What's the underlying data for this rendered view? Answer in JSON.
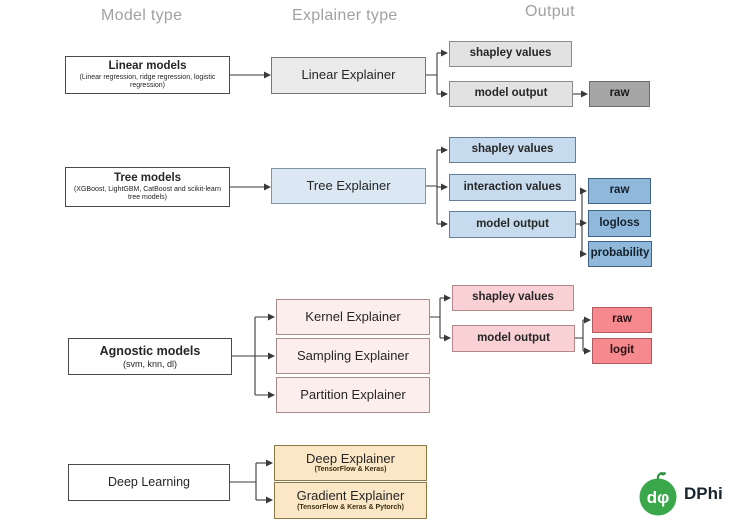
{
  "headers": {
    "model_type": "Model type",
    "explainer_type": "Explainer type",
    "output": "Output"
  },
  "linear": {
    "model_title": "Linear models",
    "model_subtitle": "(Linear regression, ridge regression, logistic regression)",
    "explainer": "Linear Explainer",
    "outputs": [
      "shapley values",
      "model output"
    ],
    "suboutputs": [
      "raw"
    ]
  },
  "tree": {
    "model_title": "Tree models",
    "model_subtitle": "(XGBoost, LightGBM, CatBoost and scikit-learn tree models)",
    "explainer": "Tree Explainer",
    "outputs": [
      "shapley values",
      "interaction values",
      "model output"
    ],
    "suboutputs": [
      "raw",
      "logloss",
      "probability"
    ]
  },
  "agnostic": {
    "model_title": "Agnostic models",
    "model_subtitle": "(svm, knn, dl)",
    "explainers": [
      "Kernel Explainer",
      "Sampling Explainer",
      "Partition Explainer"
    ],
    "outputs": [
      "shapley values",
      "model output"
    ],
    "suboutputs": [
      "raw",
      "logit"
    ]
  },
  "deep": {
    "model_title": "Deep Learning",
    "explainers": [
      {
        "title": "Deep Explainer",
        "subtitle": "(TensorFlow & Keras)"
      },
      {
        "title": "Gradient Explainer",
        "subtitle": "(TensorFlow & Keras & Pytorch)"
      }
    ]
  },
  "logo": {
    "monogram": "dφ",
    "brand": "DPhi"
  },
  "colors": {
    "header_text": "#a1a1a1",
    "line": "#3a3a3a",
    "gray_light": "#ebebeb",
    "gray_medium": "#e2e2e2",
    "gray_dark": "#a6a6a6",
    "blue_light": "#dbe7f2",
    "blue_medium": "#c6dcee",
    "blue_dark": "#8fb8da",
    "pink_light": "#fdeeee",
    "pink_medium": "#f9d0d4",
    "pink_dark": "#f5898e",
    "tan": "#fbe7c6",
    "logo_green": "#3aa74b"
  }
}
